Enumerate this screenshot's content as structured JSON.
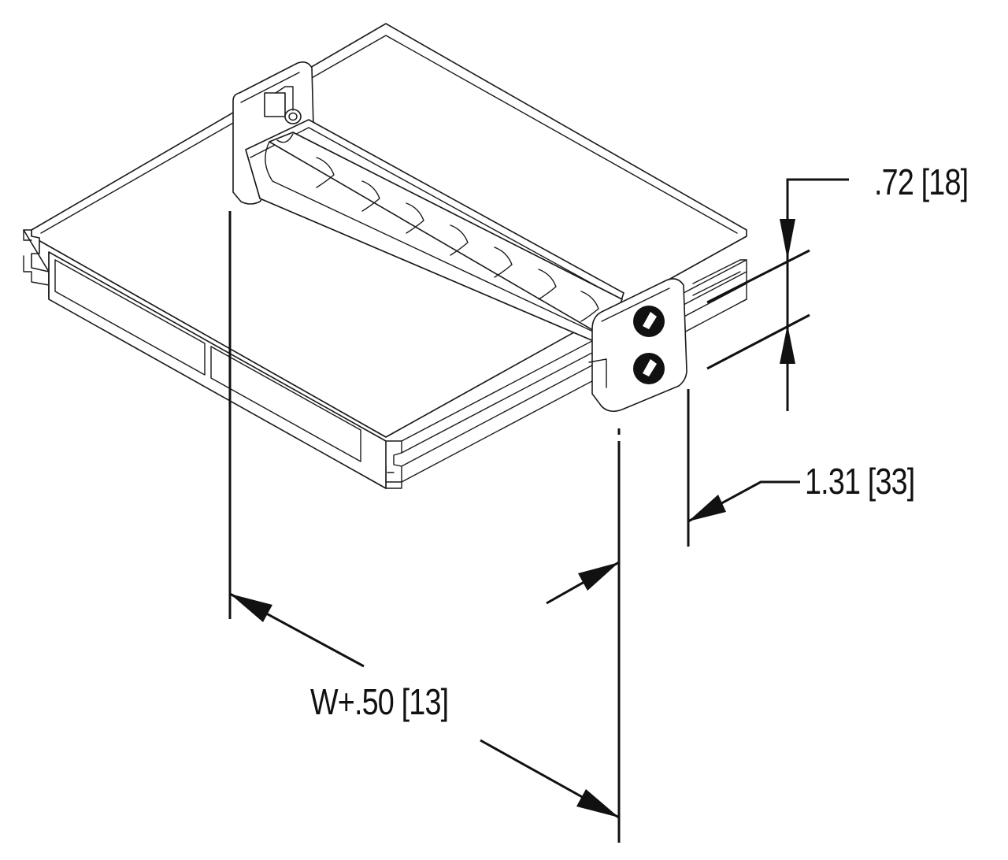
{
  "drawing": {
    "subject": "",
    "dimensions": [
      {
        "id": "height",
        "label": ".72 [18]"
      },
      {
        "id": "depth",
        "label": "1.31 [33]"
      },
      {
        "id": "width",
        "label": "W+.50 [13]"
      }
    ],
    "colors": {
      "line": "#1a1a1a",
      "background": "#ffffff"
    }
  }
}
